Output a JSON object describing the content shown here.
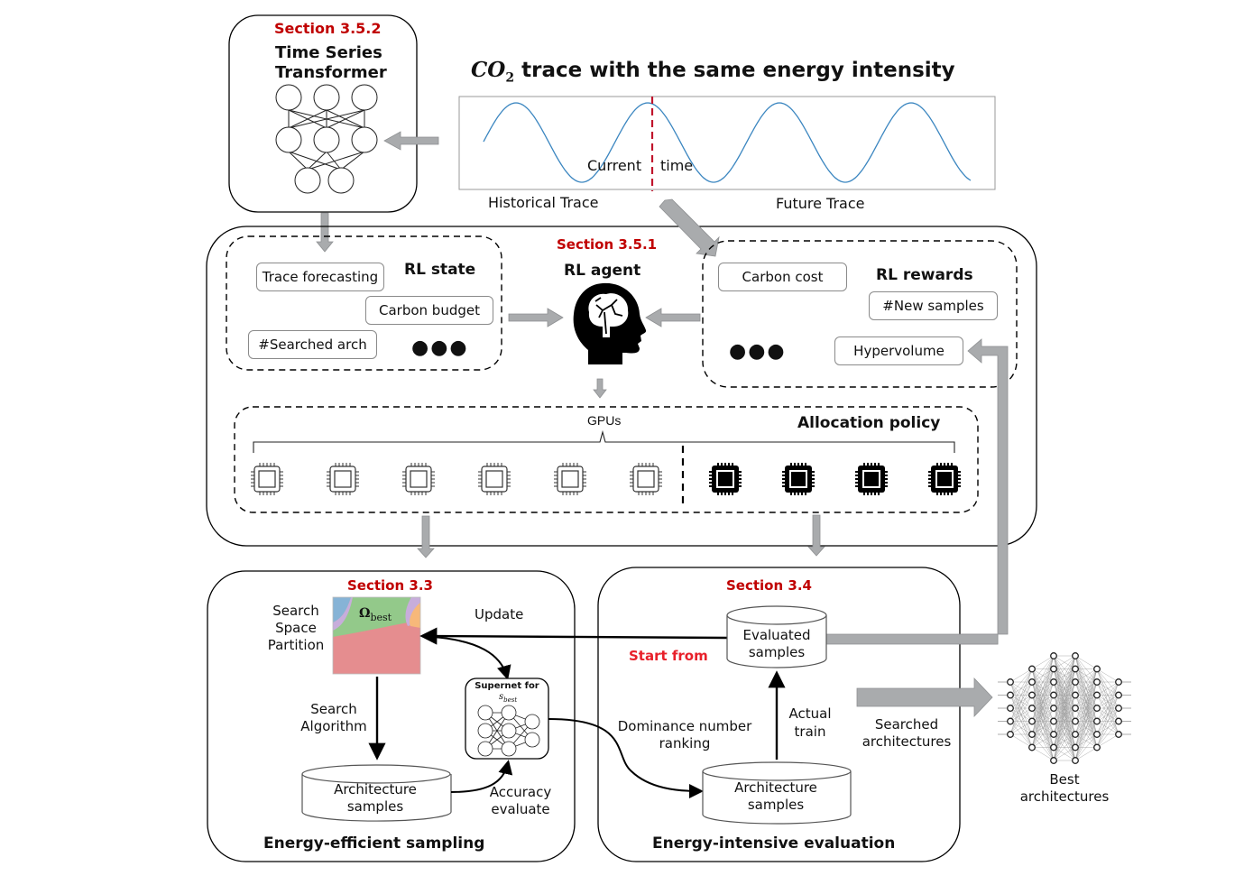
{
  "transformer_panel": {
    "section": "Section 3.5.2",
    "title_line1": "Time Series",
    "title_line2": "Transformer"
  },
  "co2_trace": {
    "title_prefix": "CO",
    "title_subscript": "2",
    "title_rest": " trace with the same energy intensity",
    "current_left": "Current",
    "current_right": "time",
    "historical_label": "Historical Trace",
    "future_label": "Future Trace",
    "line_color": "#3b86c0",
    "marker_color": "#c0142c"
  },
  "rl_state": {
    "title": "RL state",
    "items": [
      "Trace forecasting",
      "Carbon budget",
      "#Searched arch"
    ],
    "more": "●●●"
  },
  "rl_agent": {
    "section": "Section 3.5.1",
    "title": "RL agent"
  },
  "rl_rewards": {
    "title": "RL rewards",
    "items": [
      "Carbon cost",
      "#New samples",
      "Hypervolume"
    ],
    "more": "●●●"
  },
  "allocation": {
    "gpus_label": "GPUs",
    "title": "Allocation policy",
    "sampling_gpu_count": 6,
    "evaluation_gpu_count": 4
  },
  "sampling_panel": {
    "section": "Section 3.3",
    "search_space_label_1": "Search",
    "search_space_label_2": "Space",
    "search_space_label_3": "Partition",
    "omega_label": "Ω",
    "omega_sub": "best",
    "update_label": "Update",
    "search_alg_1": "Search",
    "search_alg_2": "Algorithm",
    "supernet_title": "Supernet for",
    "supernet_var": "s",
    "supernet_sub": "best",
    "arch_samples_1": "Architecture",
    "arch_samples_2": "samples",
    "accuracy_1": "Accuracy",
    "accuracy_2": "evaluate",
    "footer": "Energy-efficient sampling"
  },
  "evaluation_panel": {
    "section": "Section 3.4",
    "evaluated_1": "Evaluated",
    "evaluated_2": "samples",
    "start_from": "Start from",
    "dominance_1": "Dominance number",
    "dominance_2": "ranking",
    "actual_1": "Actual",
    "actual_2": "train",
    "arch_samples_1": "Architecture",
    "arch_samples_2": "samples",
    "searched_1": "Searched",
    "searched_2": "architectures",
    "footer": "Energy-intensive evaluation"
  },
  "best": {
    "label_1": "Best",
    "label_2": "architectures"
  },
  "colors": {
    "section_red": "#c00000",
    "start_from_red": "#e8202a",
    "arrow_gray": "#a9abad",
    "partition_green": "#93c98a",
    "partition_red": "#e58d8f",
    "partition_blue": "#86b3d6",
    "partition_purple": "#c7addb",
    "partition_orange": "#f7b87a"
  }
}
